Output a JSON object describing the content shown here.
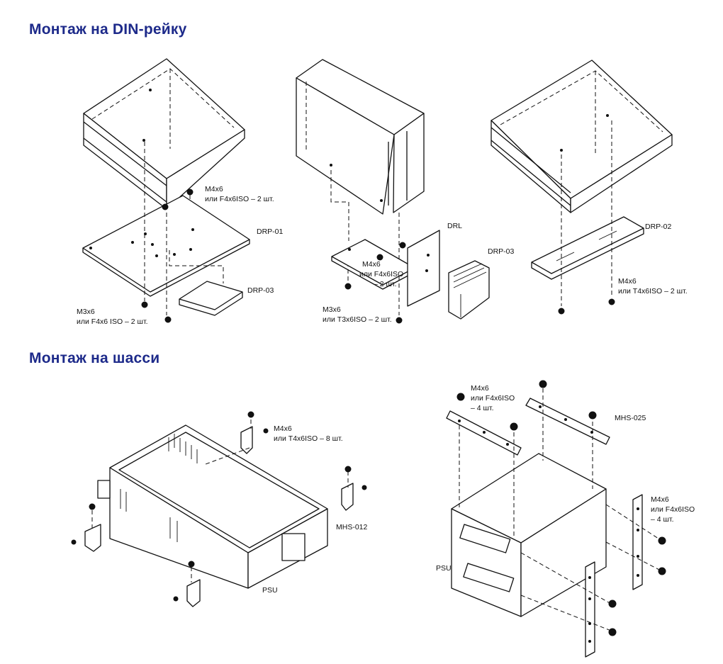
{
  "sections": {
    "din_rail_title": "Монтаж на DIN-рейку",
    "chassis_title": "Монтаж на шасси"
  },
  "din": {
    "left": {
      "screw_top_label_1": "M4x6",
      "screw_top_label_2": "или F4x6ISO – 2 шт.",
      "plate_label": "DRP-01",
      "rail_label": "DRP-03",
      "screw_bottom_label_1": "M3x6",
      "screw_bottom_label_2": "или F4x6 ISO – 2 шт."
    },
    "middle": {
      "bracket_label": "DRL",
      "rail_label": "DRP-03",
      "screw_mid_label_1": "M4x6",
      "screw_mid_label_2": "или F4x6ISO",
      "screw_mid_label_3": "– 2 шт.",
      "screw_bottom_label_1": "M3x6",
      "screw_bottom_label_2": "или T3x6ISO – 2 шт."
    },
    "right": {
      "plate_label": "DRP-02",
      "screw_label_1": "M4x6",
      "screw_label_2": "или T4x6ISO – 2 шт."
    }
  },
  "chassis": {
    "left": {
      "screw_label_1": "M4x6",
      "screw_label_2": "или T4x6ISO – 8 шт.",
      "bracket_label": "MHS-012",
      "psu_label": "PSU"
    },
    "right": {
      "top_screw_label_1": "M4x6",
      "top_screw_label_2": "или F4x6ISO",
      "top_screw_label_3": "– 4 шт.",
      "bracket_label": "MHS-025",
      "side_screw_label_1": "M4x6",
      "side_screw_label_2": "или F4x6ISO",
      "side_screw_label_3": "– 4 шт.",
      "psu_label": "PSU"
    }
  }
}
